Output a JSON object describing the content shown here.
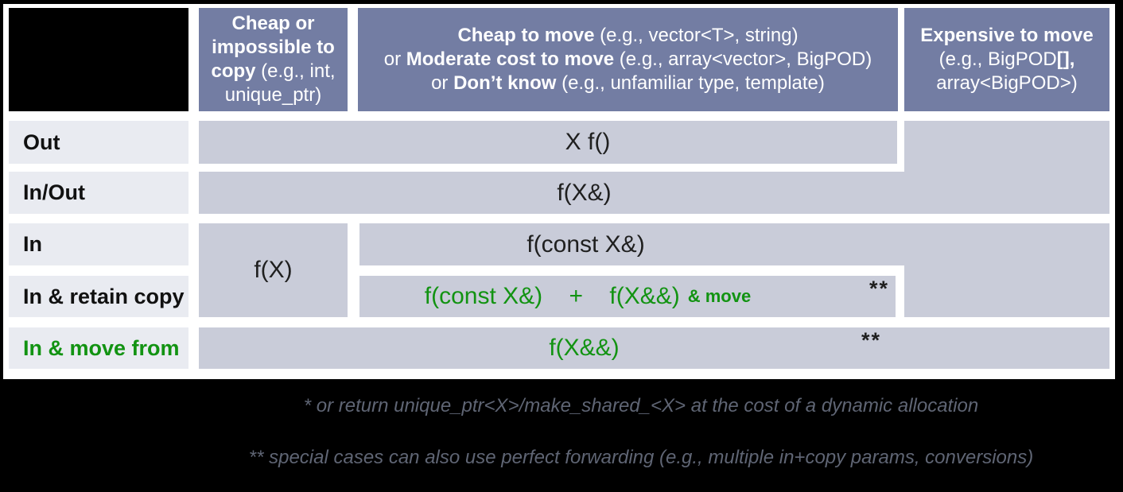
{
  "colors": {
    "header_bg": "#737da3",
    "cell_bg": "#c9ccd9",
    "row_label_bg": "#e9ebf1",
    "green_accent": "#129312",
    "header_text": "#ffffff",
    "cell_text": "#1f1f1f",
    "footnote_text": "#5f6574",
    "frame": "#000000"
  },
  "table": {
    "col1": {
      "bold": "Cheap or impossible to copy",
      "normal": " (e.g., int, unique_ptr)"
    },
    "col2": {
      "l1b": "Cheap to move",
      "l1n": " (e.g., vector<T>, string)",
      "l2p": "or ",
      "l2b": "Moderate cost to move",
      "l2n": " (e.g., array<vector>, BigPOD)",
      "l3p": "or ",
      "l3b": "Don’t know",
      "l3n": " (e.g., unfamiliar type, template)"
    },
    "col3": {
      "line1": "Expensive to move",
      "line2a": "(e.g., BigPOD",
      "line2b": "[],",
      "line3": "array<BigPOD>)"
    },
    "row_labels": {
      "out": "Out",
      "inout": "In/Out",
      "in": "In",
      "retain": "In & retain copy",
      "movefrom": "In & move from"
    },
    "cells": {
      "out": "X f()",
      "inout": "f(X&)",
      "in_cheap": "f(X)",
      "in_other": "f(const X&)",
      "retain_code": "f(const X&)    +    f(X&&)",
      "retain_suffix": "& move",
      "retain_note": "**",
      "movefrom_code": "f(X&&)",
      "movefrom_note": "**"
    }
  },
  "footnotes": {
    "line1": "* or return unique_ptr<X>/make_shared_<X> at the cost of a dynamic allocation",
    "line2": "** special cases can also use perfect forwarding (e.g., multiple in+copy params, conversions)"
  }
}
